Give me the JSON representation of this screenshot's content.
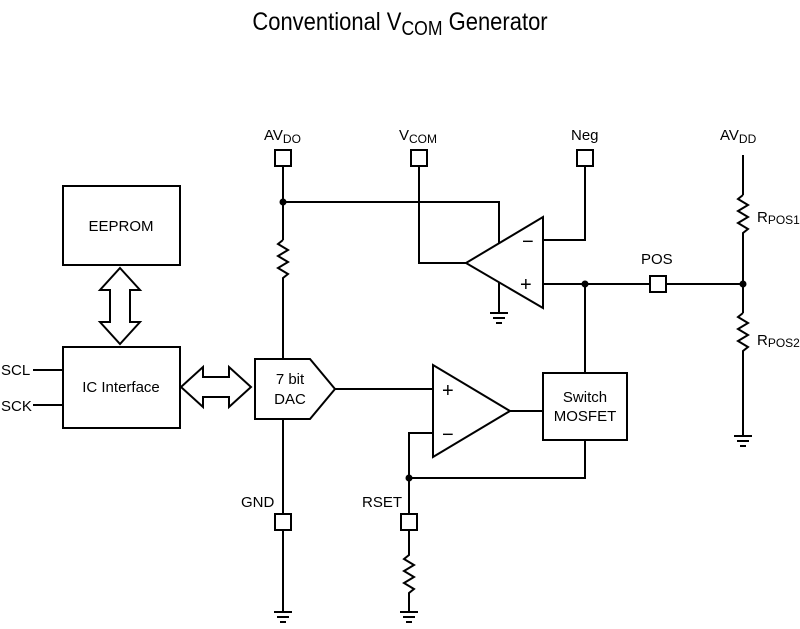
{
  "title": {
    "main": "Conventional V",
    "sub": "COM",
    "rest": " Generator"
  },
  "pins": {
    "avdo": {
      "main": "AV",
      "sub": "DO"
    },
    "vcom": {
      "main": "V",
      "sub": "COM"
    },
    "neg": "Neg",
    "avdd": {
      "main": "AV",
      "sub": "DD"
    },
    "pos": "POS",
    "gnd": "GND",
    "rset": "RSET"
  },
  "resistors": {
    "rpos1": {
      "main": "R",
      "sub": "POS1"
    },
    "rpos2": {
      "main": "R",
      "sub": "POS2"
    }
  },
  "blocks": {
    "eeprom": "EEPROM",
    "ic_interface": "IC Interface",
    "dac_line1": "7 bit",
    "dac_line2": "DAC",
    "mosfet_line1": "Switch",
    "mosfet_line2": "MOSFET"
  },
  "signals": {
    "scl": "SCL",
    "sck": "SCK"
  },
  "opamp_signs": {
    "plus": "+",
    "minus": "−"
  }
}
